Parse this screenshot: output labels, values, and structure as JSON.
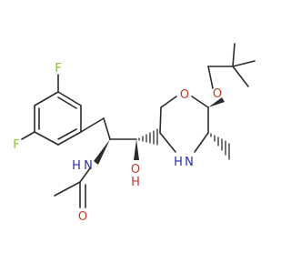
{
  "molecule": {
    "atoms": {
      "f_top": "F",
      "f_left": "F",
      "n_amide": "N",
      "h_amide": "H",
      "o_carbonyl": "O",
      "o_hydroxyl": "O",
      "h_hydroxyl": "H",
      "o_ring": "O",
      "o_ether": "O",
      "n_ring": "N",
      "h_ring": "H"
    },
    "colors": {
      "bond": "#2b2b2b",
      "fluorine": "#8fbf3a",
      "nitrogen": "#2b2ba8",
      "oxygen": "#c0392b",
      "background": "#ffffff"
    }
  }
}
